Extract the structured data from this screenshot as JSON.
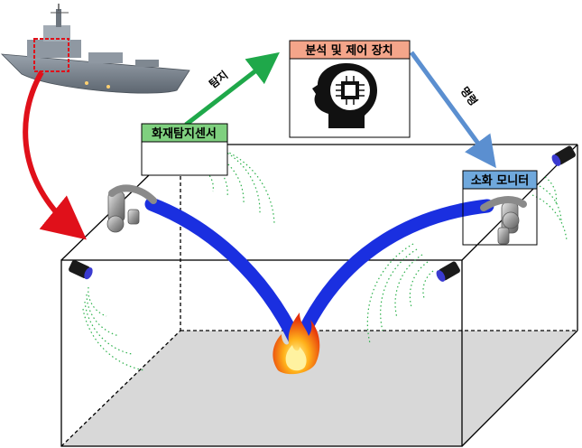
{
  "nodes": {
    "control_unit": {
      "label": "분석 및 제어 장치",
      "color": "#f4a58a"
    },
    "fire_sensor": {
      "label": "화재탐지센서",
      "color": "#7fd07f"
    },
    "monitor": {
      "label": "소화 모니터",
      "color": "#6fa8dc"
    }
  },
  "arrows": {
    "detect": {
      "label": "탐지",
      "color": "#1fa84a"
    },
    "command": {
      "label": "명령",
      "color": "#5b8fd0"
    },
    "ship_link": {
      "color": "#e0101a"
    }
  },
  "colors": {
    "hose": "#1a2fe0",
    "wave": "#2bb04a",
    "floor": "#d8d8d8",
    "ship_marker": "#e0101a"
  },
  "icons": {
    "ship": "warship-icon",
    "brain": "brain-chip-icon",
    "fire": "fire-icon",
    "sensor": "camera-sensor-icon",
    "nozzle": "fire-monitor-nozzle-icon"
  }
}
